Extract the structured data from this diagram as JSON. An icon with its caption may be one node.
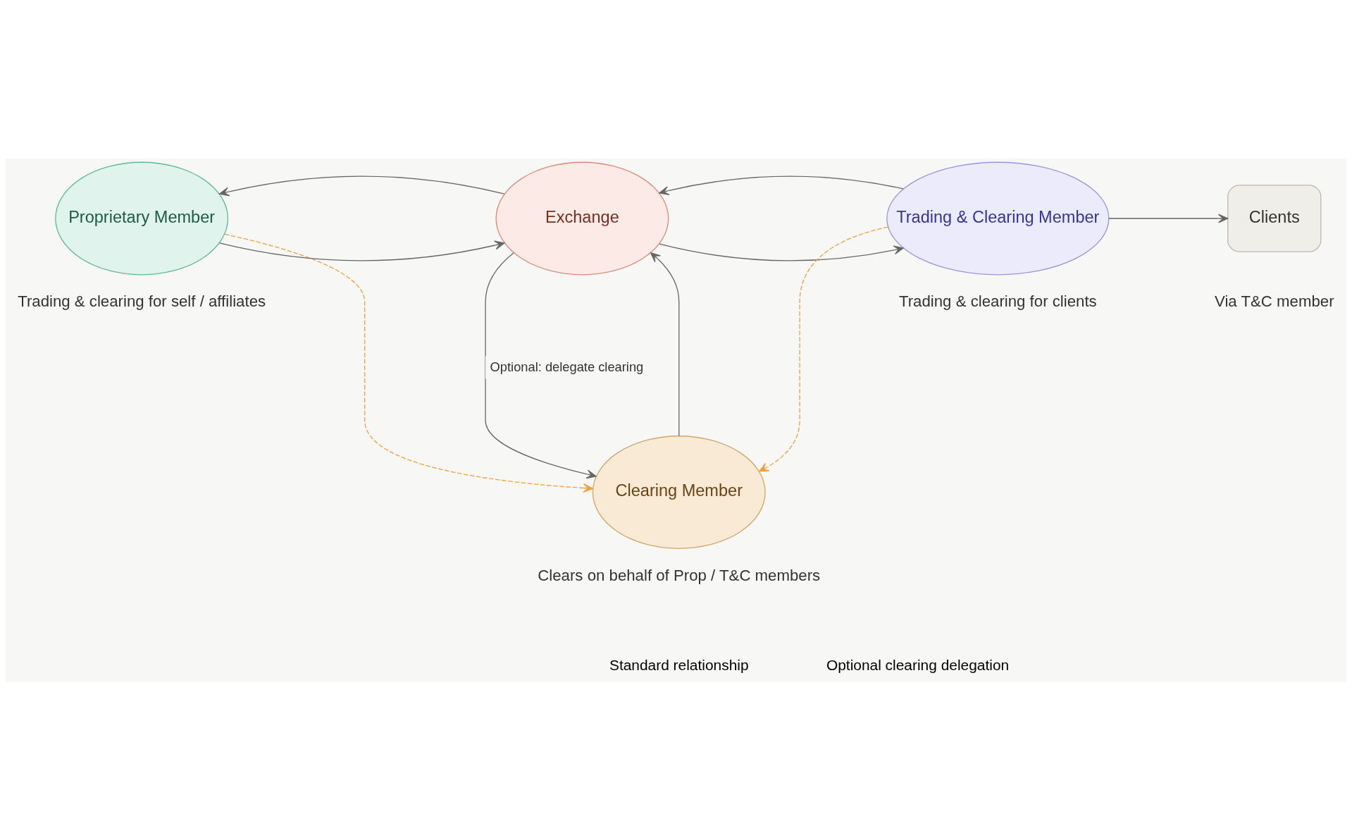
{
  "diagram": {
    "nodes": [
      {
        "text": [
          "Proprietary Member"
        ],
        "beside": [
          "Trading & clearing for self / affiliates"
        ]
      },
      {
        "text": [
          "Exchange"
        ]
      },
      {
        "text": [
          "Trading & Clearing Member"
        ],
        "beside": [
          "Trading & clearing for clients"
        ]
      },
      {
        "text": [
          "Clients"
        ],
        "beside": [
          "Via T&C member"
        ]
      },
      {
        "text": [
          "Clearing Member"
        ],
        "beside": [
          "Clears on behalf of Prop / T&C members"
        ]
      }
    ],
    "edges": [
      {
        "from": 0,
        "to": 1,
        "arrow": "to"
      },
      {
        "from": 1,
        "to": 0,
        "arrow": "to"
      },
      {
        "from": 1,
        "to": 2,
        "arrow": "to"
      },
      {
        "from": 2,
        "to": 1,
        "arrow": "to"
      },
      {
        "from": 2,
        "to": 3,
        "arrow": "to"
      },
      {
        "from": 1,
        "to": 4,
        "arrow": "to",
        "label": "Optional: delegate clearing"
      },
      {
        "from": 4,
        "to": 1,
        "arrow": "to"
      },
      {
        "from": 0,
        "to": 4,
        "arrow": "to",
        "style": "dashed",
        "color": "#f0a040"
      },
      {
        "from": 2,
        "to": 4,
        "arrow": "to",
        "style": "dashed",
        "color": "#f0a040"
      }
    ],
    "legend": [
      {
        "text": "Standard relationship"
      },
      {
        "text": "Optional clearing delegation"
      }
    ]
  }
}
